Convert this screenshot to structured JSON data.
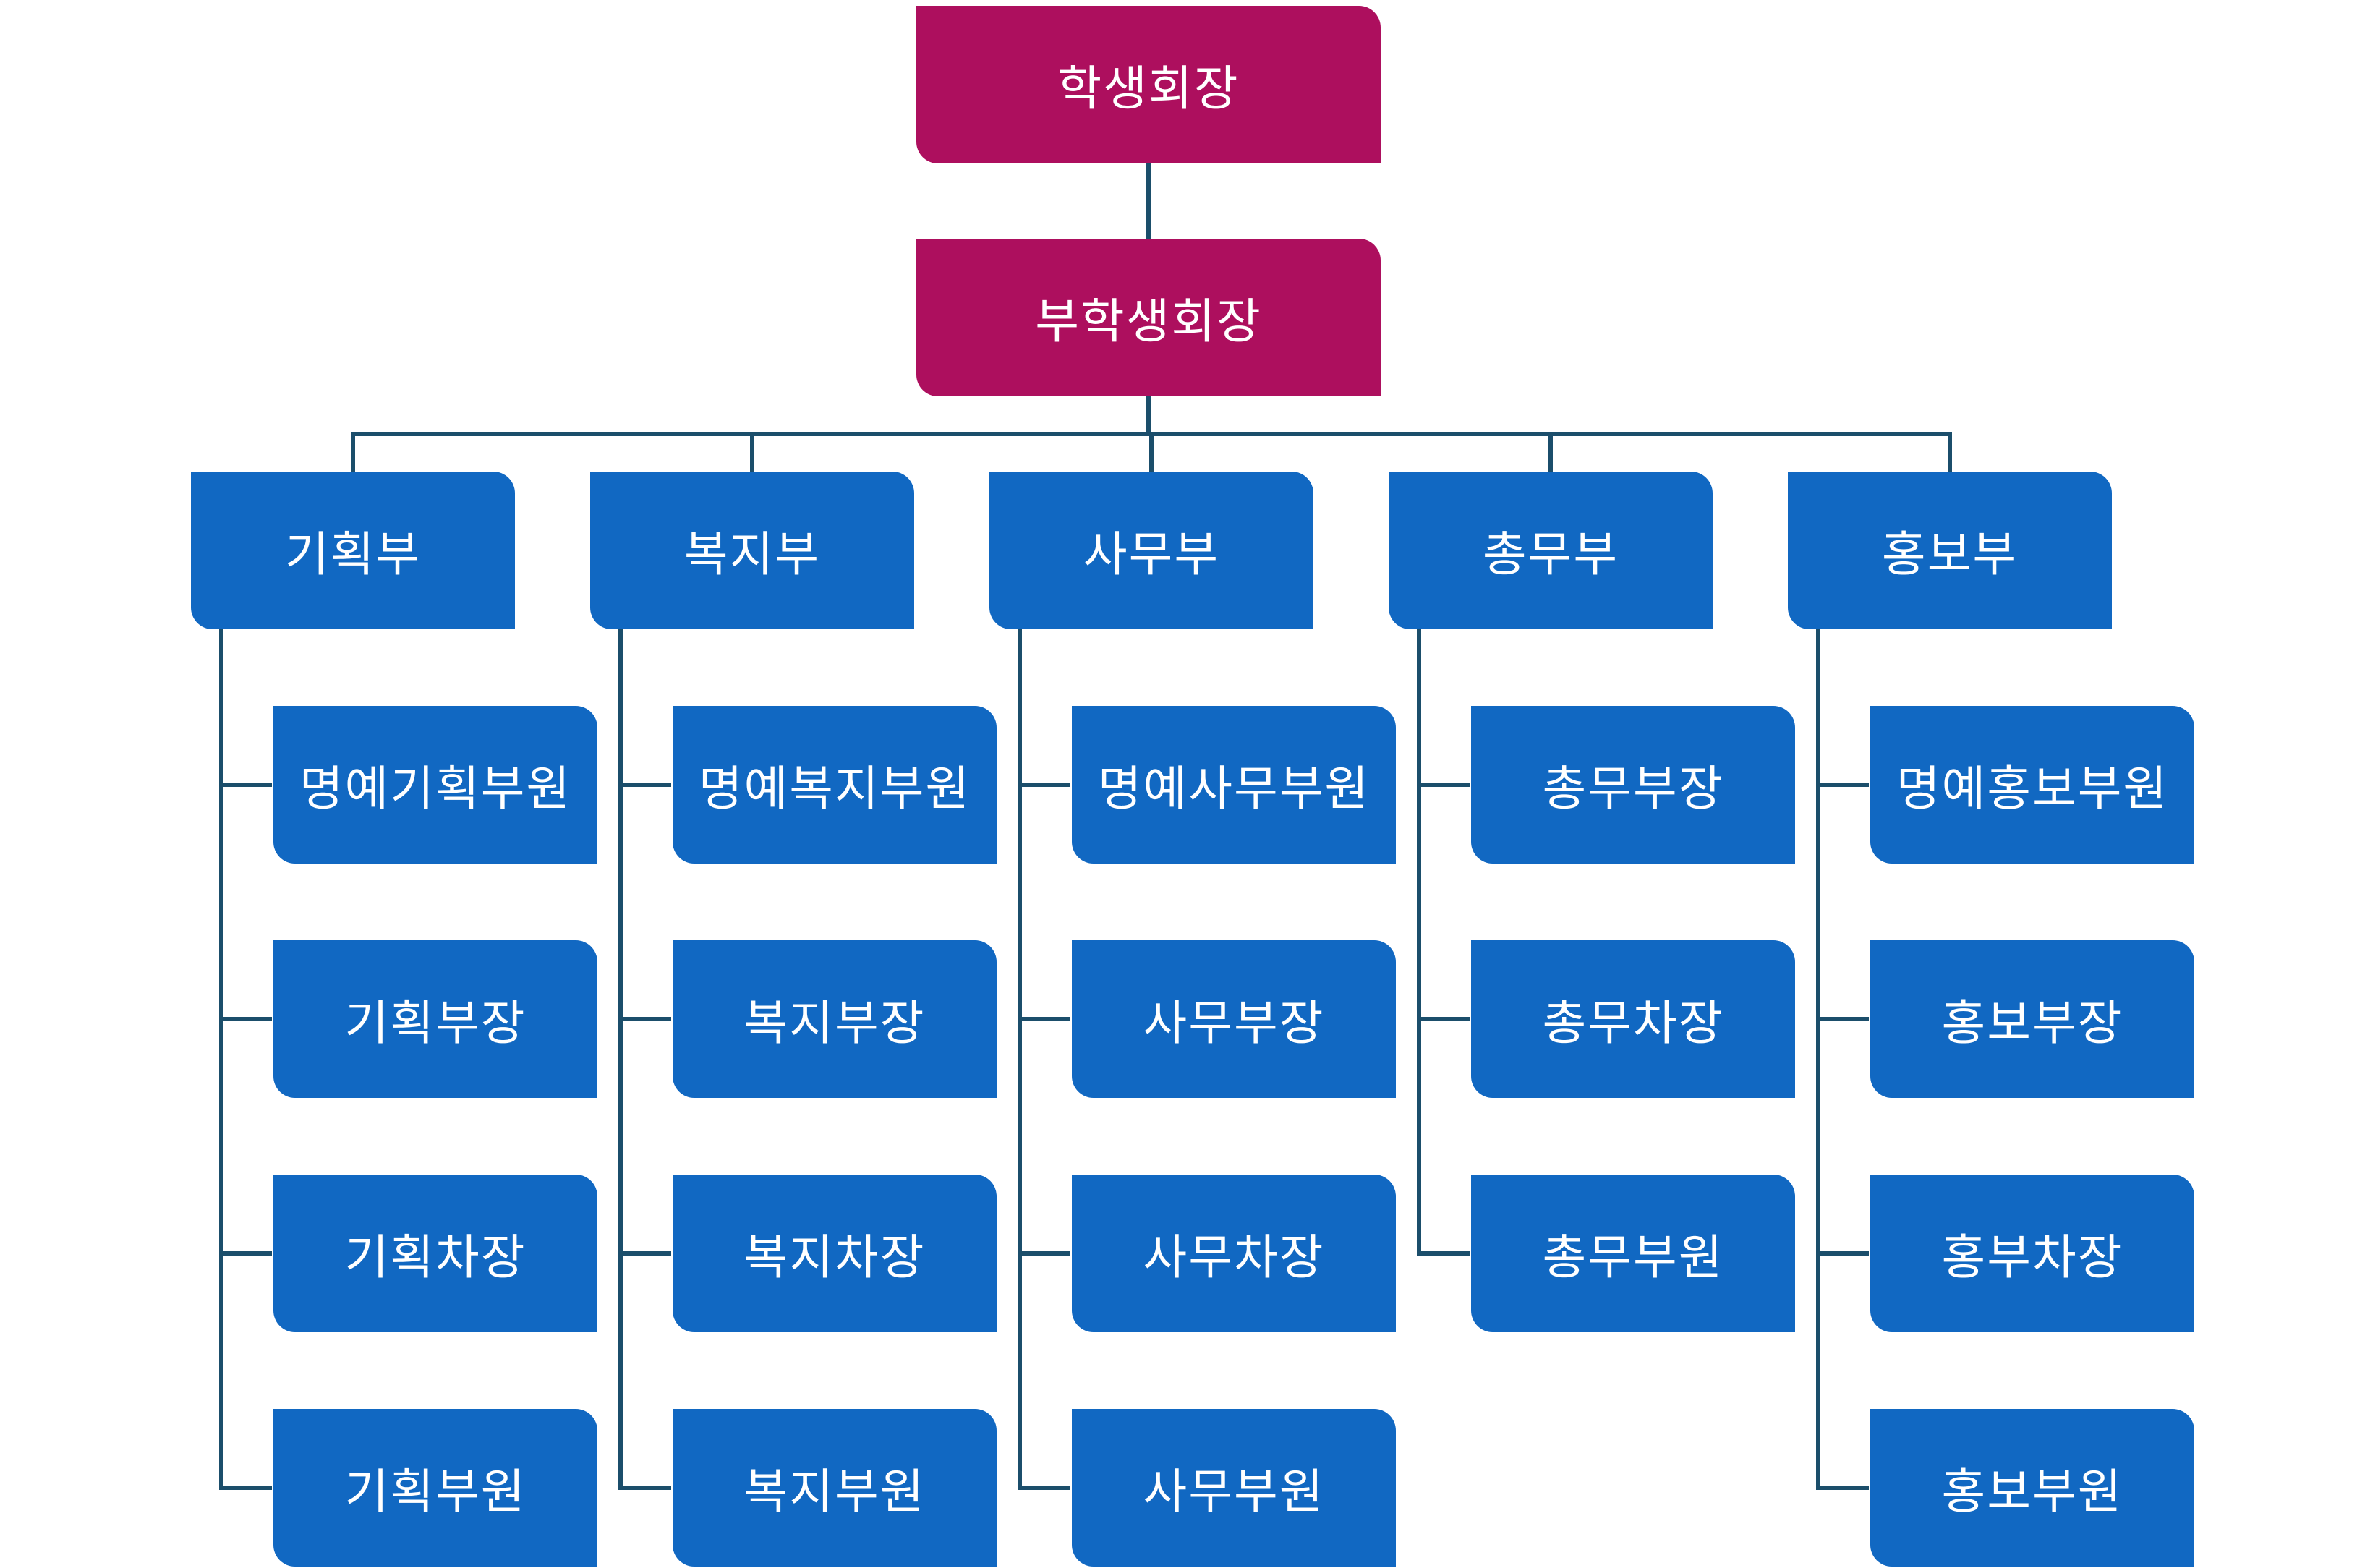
{
  "colors": {
    "executive": "#ad0f5e",
    "department": "#1168c2",
    "connector": "#1b4e6b"
  },
  "president": "학생회장",
  "vice_president": "부학생회장",
  "departments": [
    {
      "name": "기획부",
      "roles": [
        "명예기획부원",
        "기획부장",
        "기획차장",
        "기획부원"
      ]
    },
    {
      "name": "복지부",
      "roles": [
        "명예복지부원",
        "복지부장",
        "복지차장",
        "복지부원"
      ]
    },
    {
      "name": "사무부",
      "roles": [
        "명예사무부원",
        "사무부장",
        "사무차장",
        "사무부원"
      ]
    },
    {
      "name": "총무부",
      "roles": [
        "총무부장",
        "총무차장",
        "총무부원"
      ]
    },
    {
      "name": "홍보부",
      "roles": [
        "명예홍보부원",
        "홍보부장",
        "홍부차장",
        "홍보부원"
      ]
    }
  ]
}
